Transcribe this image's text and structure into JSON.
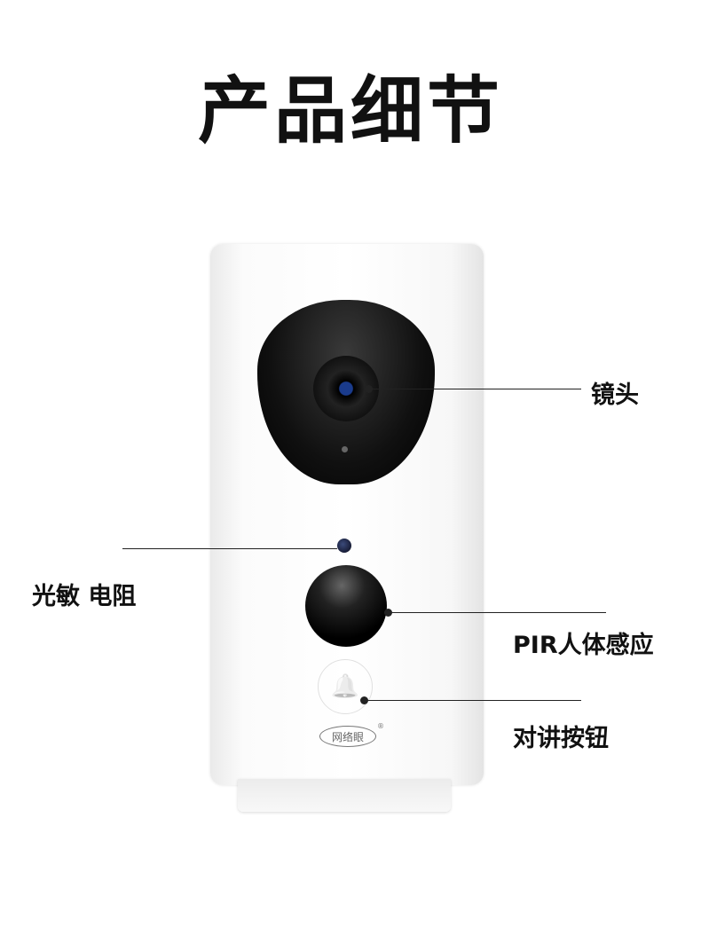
{
  "title": "产品细节",
  "labels": {
    "lens": "镜头",
    "photoresistor": "光敏 电阻",
    "pir": "PIR人体感应",
    "intercom": "对讲按钮"
  },
  "logo": {
    "text": "网络眼",
    "reg": "®"
  },
  "icons": {
    "bell": "🔔"
  }
}
